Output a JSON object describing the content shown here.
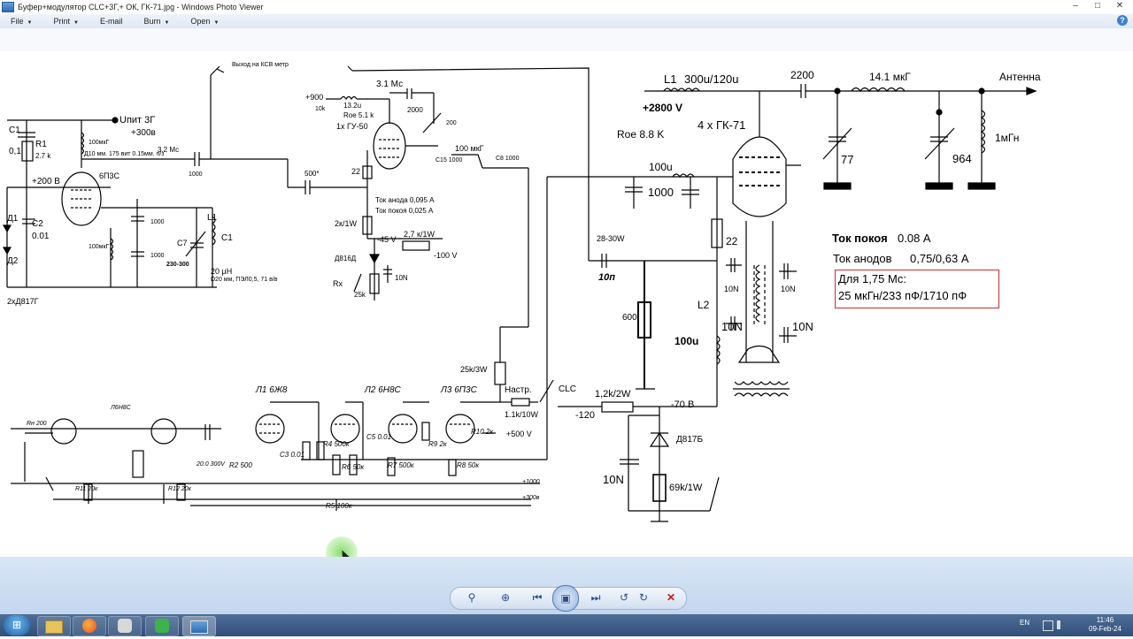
{
  "window": {
    "title": "Буфер+модулятор CLC+3Г,+ ОК, ГК-71.jpg - Windows Photo Viewer",
    "controls": {
      "minimize": "–",
      "maximize": "□",
      "close": "✕"
    }
  },
  "menu": {
    "file": "File",
    "print": "Print",
    "email": "E-mail",
    "burn": "Burn",
    "open": "Open",
    "help_icon": "?"
  },
  "schematic": {
    "left": {
      "uplus": "Uпит 3Г",
      "v300": "+300в",
      "c1": "C1",
      "c1v": "0,1",
      "r1": "R1",
      "r1v": "2.7 k",
      "plus200": "+200 В",
      "d1": "Д1",
      "d2": "Д2",
      "c2": "C2",
      "c2v": "0.01",
      "d817": "2хД817Г",
      "tube": "6П3С",
      "l100": "100мкГ",
      "d10": "Д10 мм. 175 вит 0.15мм. п/з",
      "mc32": "3.2 Мс",
      "c1000a": "1000",
      "c1000b": "1000",
      "c1000c": "1000",
      "l100b": "100мкГ",
      "c7": "C7",
      "c7v": "230-300",
      "l1": "L1",
      "c1b": "C1",
      "l20": "20 μН",
      "d20": "D20 мм, ПЭЛ0,5, 71 в/в"
    },
    "middle": {
      "ksv": "Выход на КСВ метр",
      "v900": "+900",
      "r10k": "10k",
      "l132": "13.2u",
      "roe51": "Roe 5.1 k",
      "gu50": "1х ГУ-50",
      "mc31": "3.1 Мс",
      "c2000": "2000",
      "c200": "200",
      "c100mk": "100 мкГ",
      "c15": "C15 1000",
      "c8": "C8 1000",
      "c500": "500*",
      "r22": "22",
      "ia": "Ток анода 0,095 А",
      "ip": "Ток покоя 0,025 А",
      "r2k": "2к/1W",
      "v45": "-45 V",
      "r27": "2,7  к/1W",
      "v100": "-100 V",
      "d816": "Д816Д",
      "c10n": "10N",
      "rx": "Rx",
      "r25k": "25k",
      "r25k3w": "25k/3W",
      "nastr": "Настр.",
      "r11k": "1.1k/10W",
      "v500": "+500 V",
      "clc": "CLC",
      "w2830": "28-30W",
      "c10p": "10п"
    },
    "right": {
      "l1": "L1",
      "l1v": "300u/120u",
      "v2800": "+2800 V",
      "tubes": "4 x ГК-71",
      "roe88": "Roe 8.8 K",
      "c2200": "2200",
      "l141": "14.1 мкГ",
      "antenna": "Антенна",
      "c77": "77",
      "c964": "964",
      "l1mh": "1мГн",
      "l100u": "100u",
      "c1000": "1000",
      "r22": "22",
      "r600": "600",
      "l2": "L2",
      "l2v": "100u",
      "c10na": "10N",
      "c10nb": "10N",
      "c10nc": "10N",
      "c10nd": "10N",
      "r12k": "1,2k/2W",
      "v120": "-120",
      "v70": "-70 В",
      "d817b": "Д817Б",
      "c10ne": "10N",
      "r69k": "69k/1W"
    },
    "info": {
      "iq_label": "Ток покоя",
      "iq_value": "0.08 А",
      "ia_label": "Ток анодов",
      "ia_value": "0,75/0,63 А",
      "box_title": "Для 1,75 Мс:",
      "box_value": "25 мкГн/233 пФ/1710 пФ"
    },
    "modulator": {
      "l1": "Л1 6Ж8",
      "l2": "Л2 6Н8С",
      "l3": "Л3 6П3С",
      "l6n8": "Л6Н8С",
      "v1000": "+1000",
      "v300": "+300в",
      "r5": "R5 100к",
      "r4": "R4 500к",
      "r6": "R6 50к",
      "r7": "R7 500к",
      "r8": "R8 50к",
      "r2": "R2 500",
      "c3": "C3 0.01",
      "c5": "C5 0.01",
      "r9": "R9 2к",
      "r10": "R10 2к",
      "c20": "20.0 300V",
      "r11": "R11 20к",
      "r12": "R12 20к",
      "rh": "Rн 200"
    }
  },
  "viewer_controls": {
    "zoom": "⚲",
    "fit": "⊕",
    "prev": "⏮",
    "slideshow": "▣",
    "next": "⏭",
    "rotate_ccw": "↺",
    "rotate_cw": "↻",
    "delete": "✕"
  },
  "taskbar": {
    "start": "⊞",
    "lang": "EN",
    "time": "11:46",
    "date": "09-Feb-24"
  }
}
